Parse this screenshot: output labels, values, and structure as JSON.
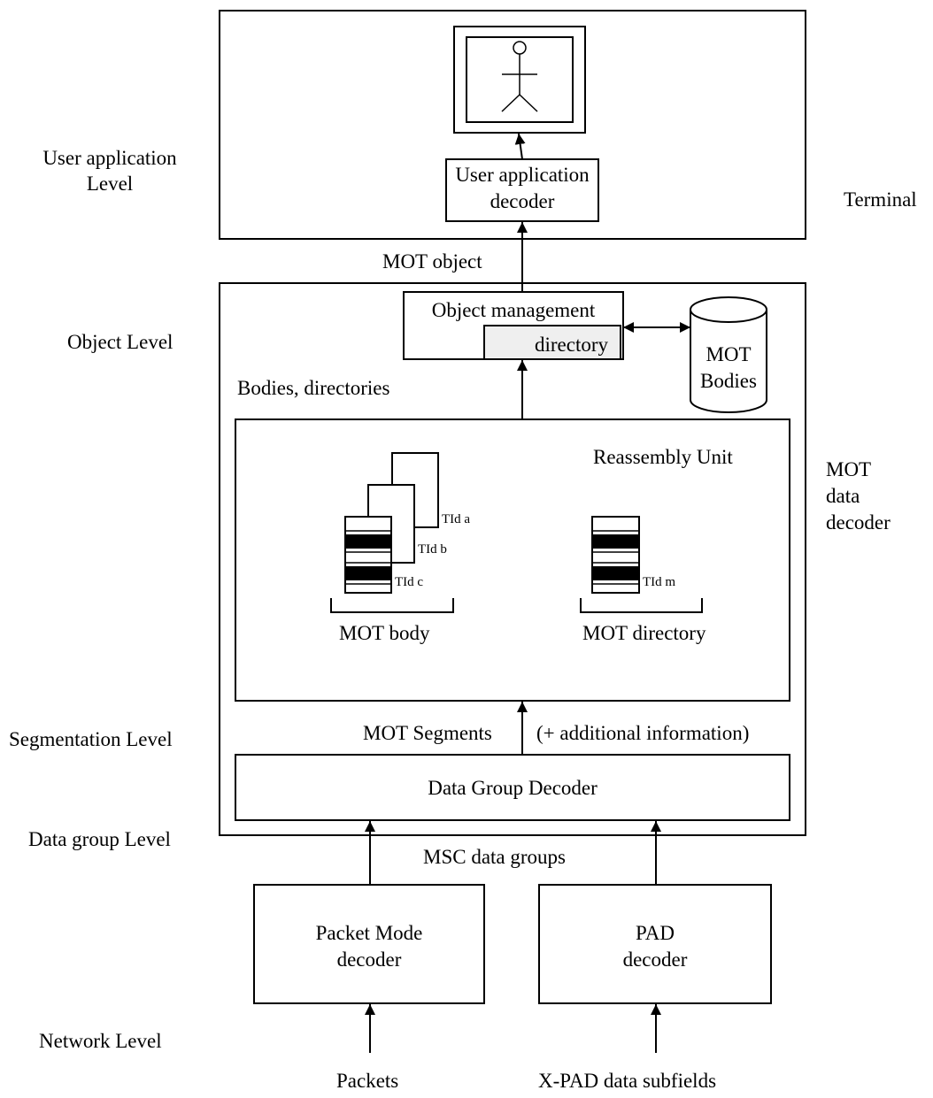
{
  "levels": {
    "user_application": "User application\nLevel",
    "object": "Object Level",
    "segmentation": "Segmentation Level",
    "data_group": "Data group Level",
    "network": "Network Level"
  },
  "side_labels": {
    "terminal": "Terminal",
    "mot_data_decoder": "MOT\ndata\ndecoder"
  },
  "boxes": {
    "user_app_decoder": "User application\ndecoder",
    "object_management": "Object management",
    "directory": "directory",
    "mot_bodies": "MOT\nBodies",
    "reassembly_unit": "Reassembly Unit",
    "data_group_decoder": "Data Group Decoder",
    "packet_mode_decoder": "Packet Mode\ndecoder",
    "pad_decoder": "PAD\ndecoder"
  },
  "flows": {
    "mot_object": "MOT object",
    "bodies_directories": "Bodies, directories",
    "mot_segments": "MOT Segments",
    "additional_info": "(+ additional information)",
    "msc_data_groups": "MSC data groups",
    "packets": "Packets",
    "xpad": "X-PAD data subfields"
  },
  "reassembly": {
    "tid_a": "TId  a",
    "tid_b": "TId b",
    "tid_c": "TId c",
    "tid_m": "TId m",
    "mot_body": "MOT body",
    "mot_directory": "MOT directory"
  },
  "colors": {
    "line": "#000000",
    "directory_fill": "#efefef",
    "background": "#ffffff"
  }
}
